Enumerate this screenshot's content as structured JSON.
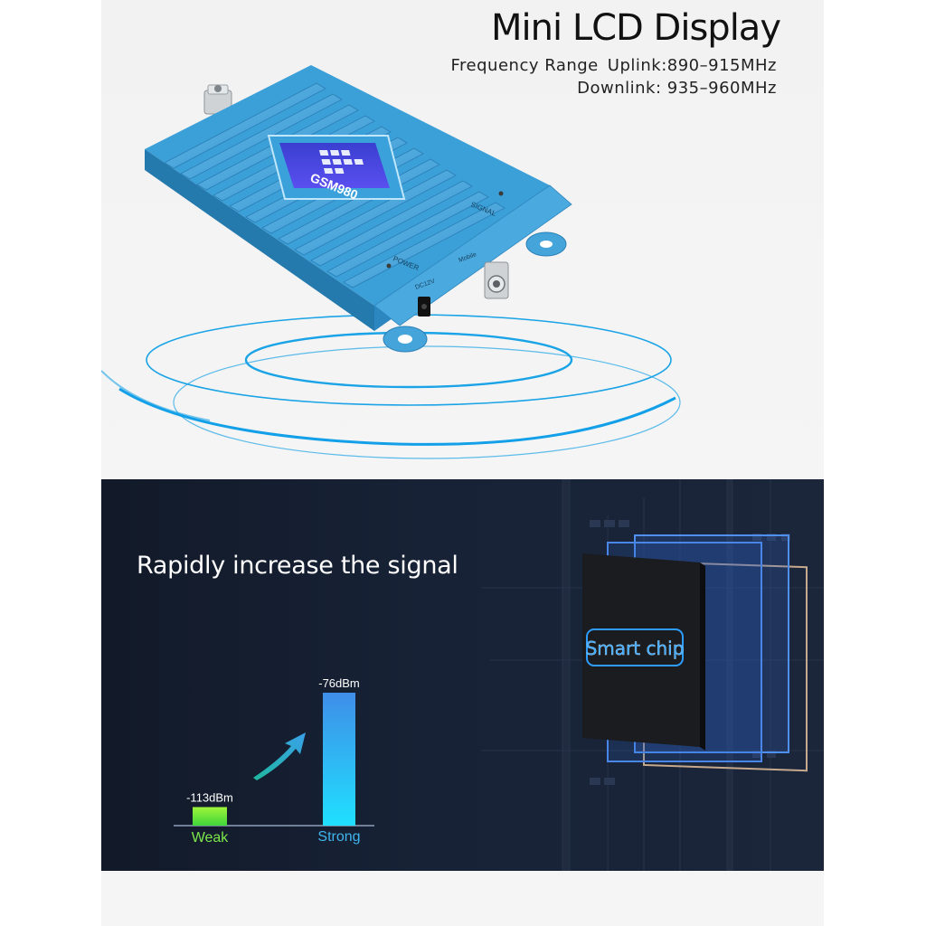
{
  "header": {
    "title": "Mini LCD Display",
    "spec_label": "Frequency Range",
    "uplink": "Uplink:890–915MHz",
    "downlink": "Downlink: 935–960MHz"
  },
  "device": {
    "model": "GSM980",
    "power_label": "POWER",
    "mobile_label": "Mobile",
    "signal_label": "SIGNAL",
    "dc_label": "DC12V",
    "body_color": "#4aa9de"
  },
  "feature": {
    "headline": "Rapidly increase the signal",
    "chip_label": "Smart chip"
  },
  "chart_data": {
    "type": "bar",
    "categories": [
      "Weak",
      "Strong"
    ],
    "values": [
      -113,
      -76
    ],
    "data_labels": [
      "-113dBm",
      "-76dBm"
    ],
    "baseline": -119,
    "ylim": [
      -119,
      -76
    ],
    "colors": [
      "#6fe04a",
      "#3fa7ee"
    ]
  }
}
